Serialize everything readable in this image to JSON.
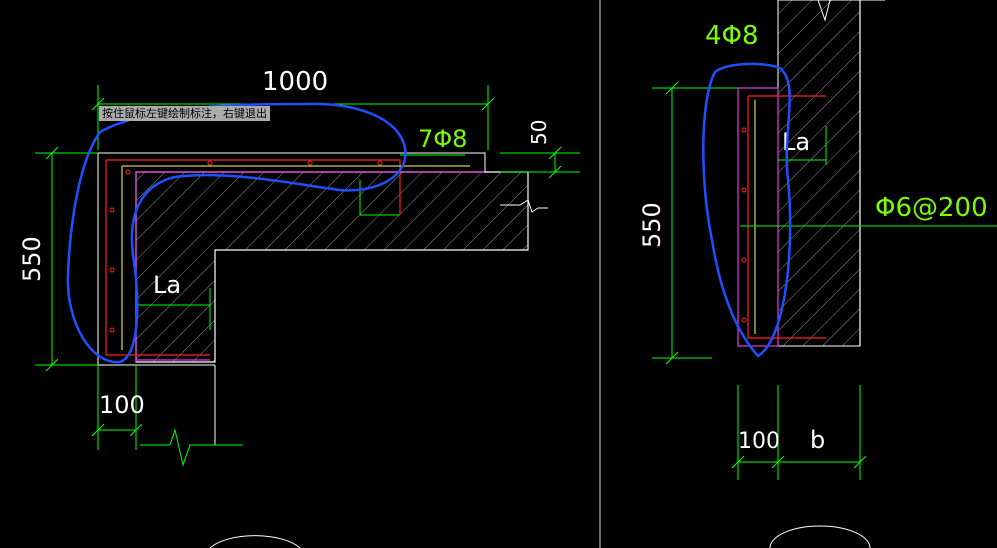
{
  "tooltip": {
    "text": "按住鼠标左键绘制标注，右键退出"
  },
  "left_detail": {
    "dim_top": "1000",
    "dim_height": "550",
    "dim_bottom": "100",
    "dim_thickness": "50",
    "rebar_label": "7Φ8",
    "anchor_label": "La"
  },
  "right_detail": {
    "rebar_label": "4Φ8",
    "stirrup_label": "Φ6@200",
    "dim_height": "550",
    "dim_100": "100",
    "dim_b": "b",
    "anchor_label": "La"
  },
  "colors": {
    "background": "#000000",
    "dimension_line": "#00ff00",
    "annotation_text": "#7cfc00",
    "rebar_red": "#ff2020",
    "outline_magenta": "#e040e0",
    "concrete_white": "#ffffff",
    "highlight_blue": "#1e50ff",
    "stirrup_yellow": "#ffff60"
  }
}
